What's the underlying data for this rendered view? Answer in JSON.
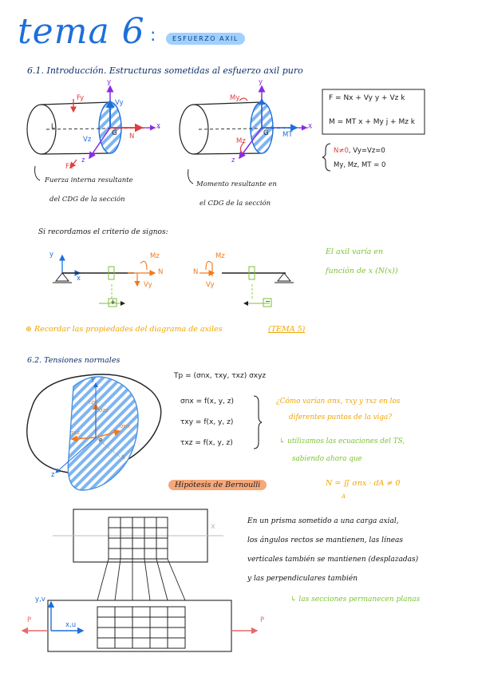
{
  "header": {
    "title": "tema 6",
    "colon": ":",
    "subtitle": "ESFUERZO AXIL"
  },
  "section1": {
    "heading": "6.1. Introducción. Estructuras sometidas al esfuerzo axil puro",
    "beam_left": {
      "labels": {
        "y": "y",
        "x": "x",
        "z": "z",
        "fy": "Fy",
        "vy": "Vy",
        "vz": "Vz",
        "fz": "Fz",
        "n": "N",
        "l": "L",
        "g": "G"
      },
      "caption_1": "Fuerza interna resultante",
      "caption_2": "del CDG de la sección"
    },
    "beam_right": {
      "labels": {
        "y": "y",
        "x": "x",
        "z": "z",
        "my": "My",
        "mt": "MT",
        "mz": "Mz",
        "g": "G"
      },
      "caption_1": "Momento resultante en",
      "caption_2": "el CDG de la sección"
    },
    "equation_force": "F = Nx + Vy y + Vz k",
    "equation_moment": "M = MT x + My j + Mz k",
    "conditions_1_red": "N≠0",
    "conditions_1_rest": ", Vy=Vz=0",
    "conditions_2": "My, Mz, MT = 0",
    "sign_intro": "Si recordamos el criterio de signos:",
    "sign_left": {
      "y": "y",
      "x": "x",
      "mz": "Mz",
      "n": "N",
      "vy": "Vy",
      "plus": "+"
    },
    "sign_right": {
      "mz": "Mz",
      "n": "N",
      "vy": "Vy",
      "minus": "−"
    },
    "axil_note_1": "El axil varía en",
    "axil_note_2": "función de x   (N(x))",
    "reminder": "⊛ Recordar las propiedades del diagrama de axiles",
    "reminder_ref": "(TEMA 5)"
  },
  "section2": {
    "heading": "6.2. Tensiones normales",
    "tp_vector": "Tp = (σnx, τxy, τxz) σxyz",
    "sigma_nx": "σnx = f(x, y, z)",
    "tau_xy": "τxy = f(x, y, z)",
    "tau_xz": "τxz = f(x, y, z)",
    "question_1": "¿Cómo varían σnx, τxy y τxz en los",
    "question_2": "diferentes puntos de la viga?",
    "answer_1": "↳ utilizamos las ecuaciones del TS,",
    "answer_2": "sabiendo ahora que",
    "integral": "N = ∬ σnx · dA ≠ 0",
    "integral_domain": "A",
    "body_labels": {
      "tzy": "τzy",
      "szz": "σzz",
      "txz": "τxz",
      "snx": "σnx",
      "p": "P",
      "y": "y",
      "z": "z",
      "x": "x"
    },
    "hypothesis_title": "Hipótesis de Bernoulli",
    "bernoulli_1": "En un prisma sometido a una carga axial,",
    "bernoulli_2": "los ángulos rectos se mantienen, las líneas",
    "bernoulli_3": "verticales también se mantienen (desplazadas)",
    "bernoulli_4": "y las perpendiculares también",
    "bernoulli_conclusion": "↳ las secciones permanecen planas",
    "prism_labels": {
      "x": "x",
      "yv": "y,v",
      "xu": "x,u",
      "p_left": "P",
      "p_right": "P"
    }
  },
  "colors": {
    "blue": "#1e6fd9",
    "navy": "#0b2f6b",
    "red": "#e23d3d",
    "purple": "#8a2be2",
    "green": "#7cc230",
    "orange": "#f0a400",
    "hatch": "#4a90e2",
    "highlight": "#9fd0ff",
    "hyp_bg": "#f5a87a",
    "pink": "#e86a6a"
  }
}
